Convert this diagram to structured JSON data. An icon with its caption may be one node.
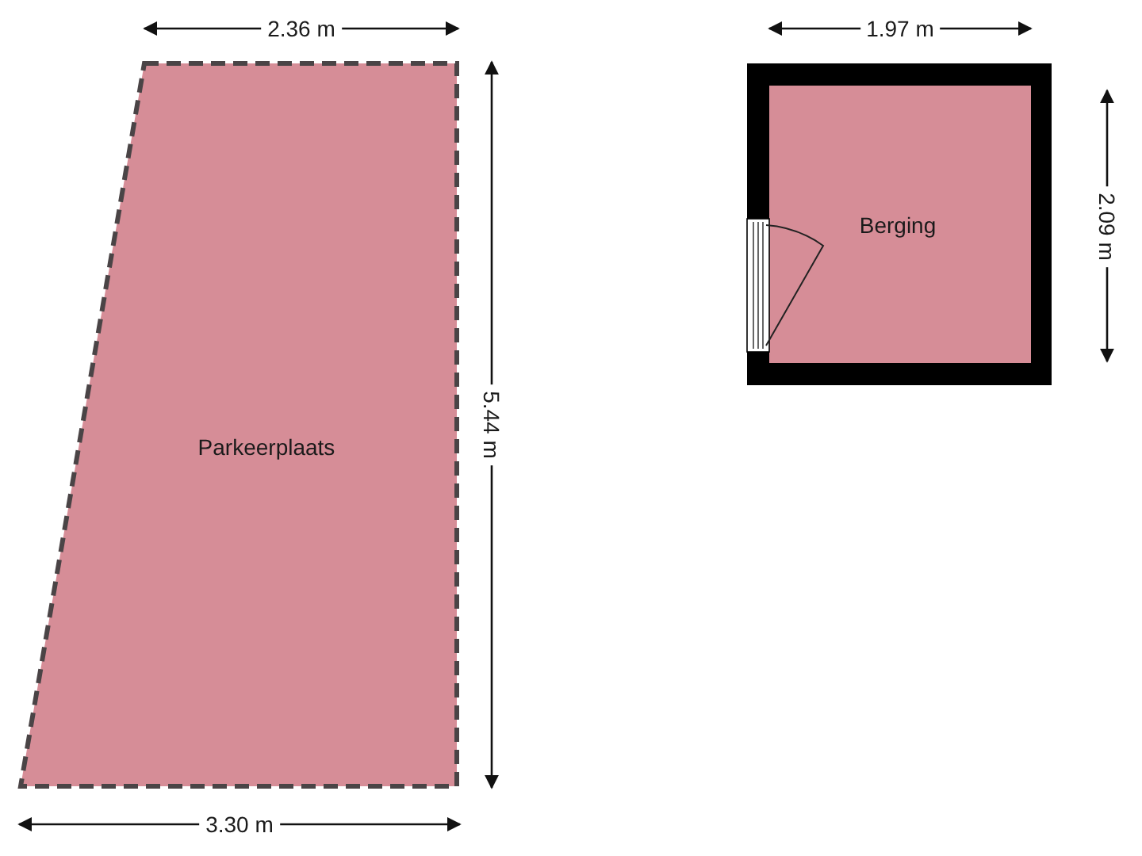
{
  "diagram": {
    "nodes": [
      {
        "text": [
          "Parkeerplaats"
        ]
      },
      {
        "text": [
          "Berging"
        ]
      }
    ],
    "labels": [
      "2.36 m",
      "5.44 m",
      "3.30 m",
      "1.97 m",
      "2.09 m"
    ]
  }
}
